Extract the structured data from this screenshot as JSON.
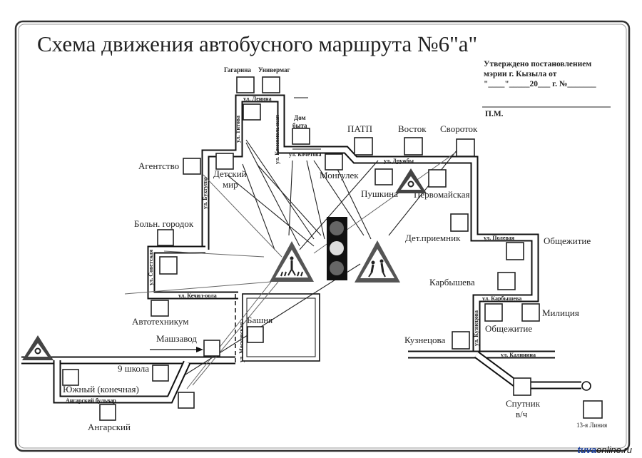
{
  "title": "Схема  движения  автобусного  маршрута  №6\"а\"",
  "approval": {
    "line1": "Утверждено постановлением",
    "line2": "мэрии г. Кызыла от",
    "line3": "\"____\"_____20___ г. №_______",
    "signature": "П.М."
  },
  "stops": {
    "gagarina": "Гагарина",
    "univermag": "Универмаг",
    "dom_byta_1": "Дом",
    "dom_byta_2": "быта",
    "patp": "ПАТП",
    "vostok": "Восток",
    "svorotok": "Свороток",
    "agentstvo": "Агентство",
    "detsky_mir_1": "Детский",
    "detsky_mir_2": "мир",
    "mongulek": "Монгулек",
    "pushkina": "Пушкина",
    "pervomayskaya": "Первомайская",
    "boln_gorodok": "Больн. городок",
    "det_priemnik": "Дет.приемник",
    "obshchezhitie_1": "Общежитие",
    "karbysheva": "Карбышева",
    "militsiya": "Милиция",
    "obshchezhitie_2": "Общежитие",
    "kuznetsova": "Кузнецова",
    "avtotekhnikum": "Автотехникум",
    "bashnya": "Башня",
    "mashzavod": "Машзавод",
    "shkola_9": "9 школа",
    "yuzhny": "Южный (конечная)",
    "angarsky": "Ангарский",
    "sputnik_1": "Спутник",
    "sputnik_2": "в/ч",
    "liniya_13": "13-я Линия"
  },
  "streets": {
    "lenina": "ул. Ленина",
    "titova": "ул. Титова",
    "komsomolskaya": "ул. Комсомольская",
    "kochetova": "ул. Кочетова",
    "druzhby": "ул. Дружбы",
    "bukhtueva": "ул. Бухтуева",
    "sovetskaya": "ул. Советская",
    "kechil_oola": "ул. Кечил-оола",
    "moskovskaya": "ул. Московская",
    "polevaya": "ул. Полевая",
    "karbysheva": "ул. Карбышева",
    "kuznetsova": "ул. Кузнецова",
    "kalinina": "ул. Калинина",
    "angarsky_bulvar": "Ангарский бульвар"
  },
  "signs": [
    "pedestrian-crossing-sign",
    "traffic-light",
    "children-crossing-sign",
    "roundabout-sign",
    "roundabout-sign"
  ],
  "watermark": {
    "brand": "tuva",
    "rest": "online.ru"
  }
}
